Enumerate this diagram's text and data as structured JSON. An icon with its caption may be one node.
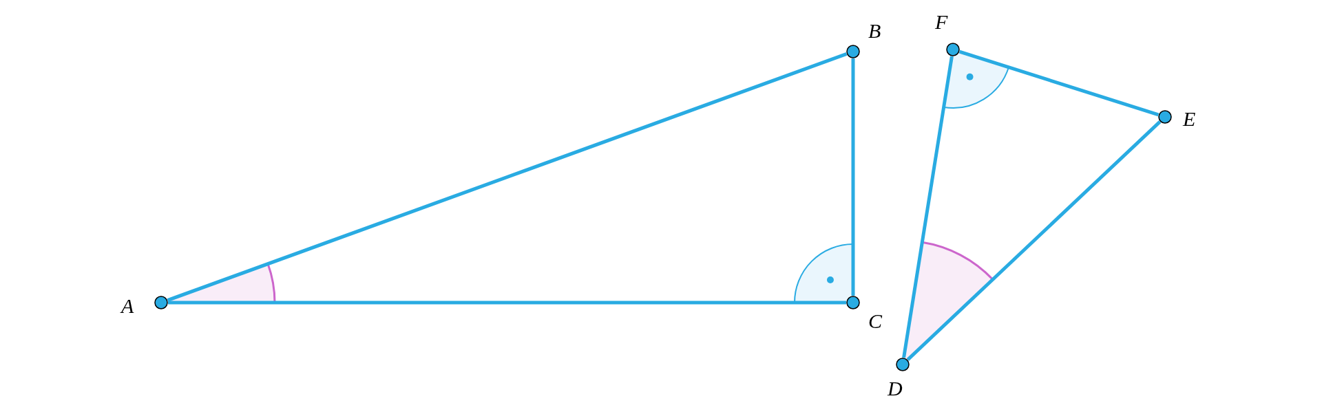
{
  "diagram": {
    "nodes": [
      {
        "text": [],
        "shape": "circle",
        "beside": [
          "A"
        ]
      },
      {
        "text": [],
        "shape": "circle",
        "beside": [
          "B"
        ]
      },
      {
        "text": [],
        "shape": "circle",
        "beside": [
          "C"
        ]
      },
      {
        "text": [],
        "shape": "circle",
        "beside": [
          "F"
        ]
      },
      {
        "text": [],
        "shape": "circle",
        "beside": [
          "E"
        ]
      },
      {
        "text": [],
        "shape": "circle",
        "beside": [
          "D"
        ]
      }
    ],
    "edges": [
      {
        "from": 0,
        "to": 1,
        "arrow": "none"
      },
      {
        "from": 1,
        "to": 2,
        "arrow": "none"
      },
      {
        "from": 2,
        "to": 0,
        "arrow": "none"
      },
      {
        "from": 5,
        "to": 3,
        "arrow": "none"
      },
      {
        "from": 3,
        "to": 4,
        "arrow": "none"
      },
      {
        "from": 4,
        "to": 5,
        "arrow": "none"
      }
    ]
  }
}
